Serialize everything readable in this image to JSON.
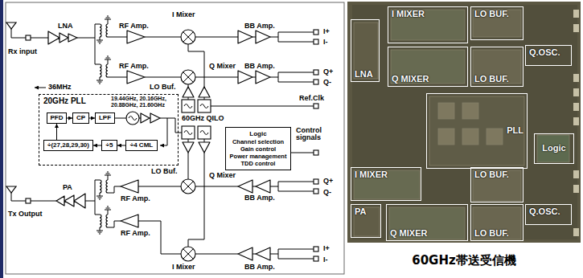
{
  "diagram": {
    "caption": "60GHz帯送受信機",
    "nodes": [
      {
        "text": [
          "20GHz PLL"
        ]
      },
      {
        "text": [
          "PFD"
        ],
        "in": 0
      },
      {
        "text": [
          "CP"
        ],
        "in": 0
      },
      {
        "text": [
          "LPF"
        ],
        "in": 0
      },
      {
        "text": [
          "÷(27,28,29,30)"
        ],
        "in": 0
      },
      {
        "text": [
          "÷5"
        ],
        "in": 0
      },
      {
        "text": [
          "÷4 CML"
        ],
        "in": 0
      },
      {
        "text": [
          "Logic",
          "Channel selection",
          "Gain control",
          "Power management",
          "TDD control"
        ]
      },
      {
        "text": [
          "LNA"
        ]
      },
      {
        "text": [
          "I MIXER"
        ]
      },
      {
        "text": [
          "LO BUF."
        ]
      },
      {
        "text": [
          "Q.OSC."
        ]
      },
      {
        "text": [
          "Q MIXER"
        ]
      },
      {
        "text": [
          "LO BUF."
        ]
      },
      {
        "text": [
          "PLL"
        ]
      },
      {
        "text": [
          "Logic"
        ]
      },
      {
        "text": [
          "I MIXER"
        ]
      },
      {
        "text": [
          "LO BUF."
        ]
      },
      {
        "text": [
          "PA"
        ]
      },
      {
        "text": [
          "Q.OSC."
        ]
      },
      {
        "text": [
          "Q MIXER"
        ]
      },
      {
        "text": [
          "LO BUF."
        ]
      }
    ],
    "edges": [
      {
        "from": 1,
        "to": 2,
        "arrow": "to"
      },
      {
        "from": 2,
        "to": 3,
        "arrow": "to"
      },
      {
        "from": 6,
        "to": 5,
        "arrow": "to"
      },
      {
        "from": 5,
        "to": 4,
        "arrow": "to"
      },
      {
        "from": 4,
        "to": 1,
        "arrow": "to"
      }
    ],
    "labels": [
      "Rx input",
      "LNA",
      "RF Amp.",
      "I Mixer",
      "BB Amp.",
      "I+",
      "I-",
      "RF Amp.",
      "Q Mixer",
      "BB Amp.",
      "Q+",
      "Q-",
      "LO Buf.",
      "36MHz",
      "19.44GHz, 20.16GHz, 20.88GHz, 21.60GHz",
      "60GHz QILO",
      "Ref.Clk",
      "Control signals",
      "LO Buf.",
      "Tx Output",
      "PA",
      "Q Mixer",
      "RF Amp.",
      "BB Amp.",
      "Q+",
      "Q-",
      "RF Amp.",
      "I Mixer",
      "BB Amp.",
      "I+",
      "I-"
    ]
  }
}
